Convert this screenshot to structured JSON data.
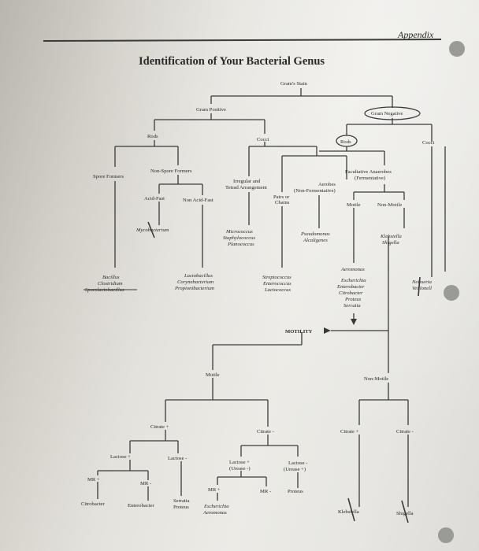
{
  "header": {
    "appendix": "Appendix"
  },
  "title": "Identification of Your Bacterial Genus",
  "nodes": {
    "grams_stain": "Gram's Stain",
    "gram_positive": "Gram Positive",
    "gram_negative": "Gram Negative",
    "rods_pos": "Rods",
    "cocci_pos": "Cocci",
    "rods_neg": "Rods",
    "cocci_neg": "Cocci",
    "spore_formers": "Spore Formers",
    "non_spore_formers": "Non-Spore Formers",
    "acid_fast": "Acid-Fast",
    "non_acid_fast": "Non Acid-Fast",
    "irregular_1": "Irregular and",
    "irregular_2": "Tetrad Arrangement",
    "aerobes_1": "Aerobes",
    "aerobes_2": "(Non-Fermentative)",
    "pairs_1": "Pairs or",
    "pairs_2": "Chains",
    "fac_1": "Facultative Anaerobes",
    "fac_2": "(Fermentative)",
    "motile": "Motile",
    "non_motile": "Non-Motile",
    "motility": "MOTILITY",
    "motile_2": "Motile",
    "non_motile_2": "Non-Motile",
    "citrate_plus": "Citrate +",
    "citrate_minus": "Citrate -",
    "citrate_plus_2": "Citrate +",
    "citrate_minus_2": "Citrate -",
    "lactose_plus": "Lactose +",
    "lactose_minus": "Lactose -",
    "lactose_plus_urease_1": "Lactose +",
    "lactose_plus_urease_2": "(Urease -)",
    "lactose_minus_urease_1": "Lactose -",
    "lactose_minus_urease_2": "(Urease +)",
    "mr_plus_1": "MR +",
    "mr_minus_1": "MR -",
    "mr_plus_2": "MR +",
    "mr_minus_2": "MR -"
  },
  "genera": {
    "mycobacterium": "Mycobacterium",
    "micro_1": "Micrococcus",
    "micro_2": "Staphylococcus",
    "micro_3": "Planococcus",
    "pseudo_1": "Pseudomonas",
    "pseudo_2": "Alcaligenes",
    "kleb_1": "Klebsiella",
    "kleb_2": "Shigella",
    "bacillus": "Bacillus",
    "clostridium": "Clostridium",
    "sporolacto": "Sporolactobacillus",
    "lacto_1": "Lactobacillus",
    "lacto_2": "Corynebacterium",
    "lacto_3": "Propionibacterium",
    "strep_1": "Streptococcus",
    "strep_2": "Enterococcus",
    "strep_3": "Lactococcus",
    "ent_1": "Aeromonas",
    "ent_2": "Escherichia",
    "ent_3": "Enterobacter",
    "ent_4": "Citrobacter",
    "ent_5": "Proteus",
    "ent_6": "Serratia",
    "neisseria_1": "Neisseria",
    "neisseria_2": "Veillonell",
    "citrobacter": "Citrobacter",
    "enterobacter": "Enterobacter",
    "serratia": "Serratia",
    "proteus_a": "Proteus",
    "escherichia": "Escherichia",
    "aeromonas": "Aeromonas",
    "proteus_b": "Proteus",
    "klebsiella": "Klebsiella",
    "shigella": "Shigella"
  },
  "colors": {
    "ink": "#2a2a2a",
    "punch_hole": "#9a9a96"
  }
}
